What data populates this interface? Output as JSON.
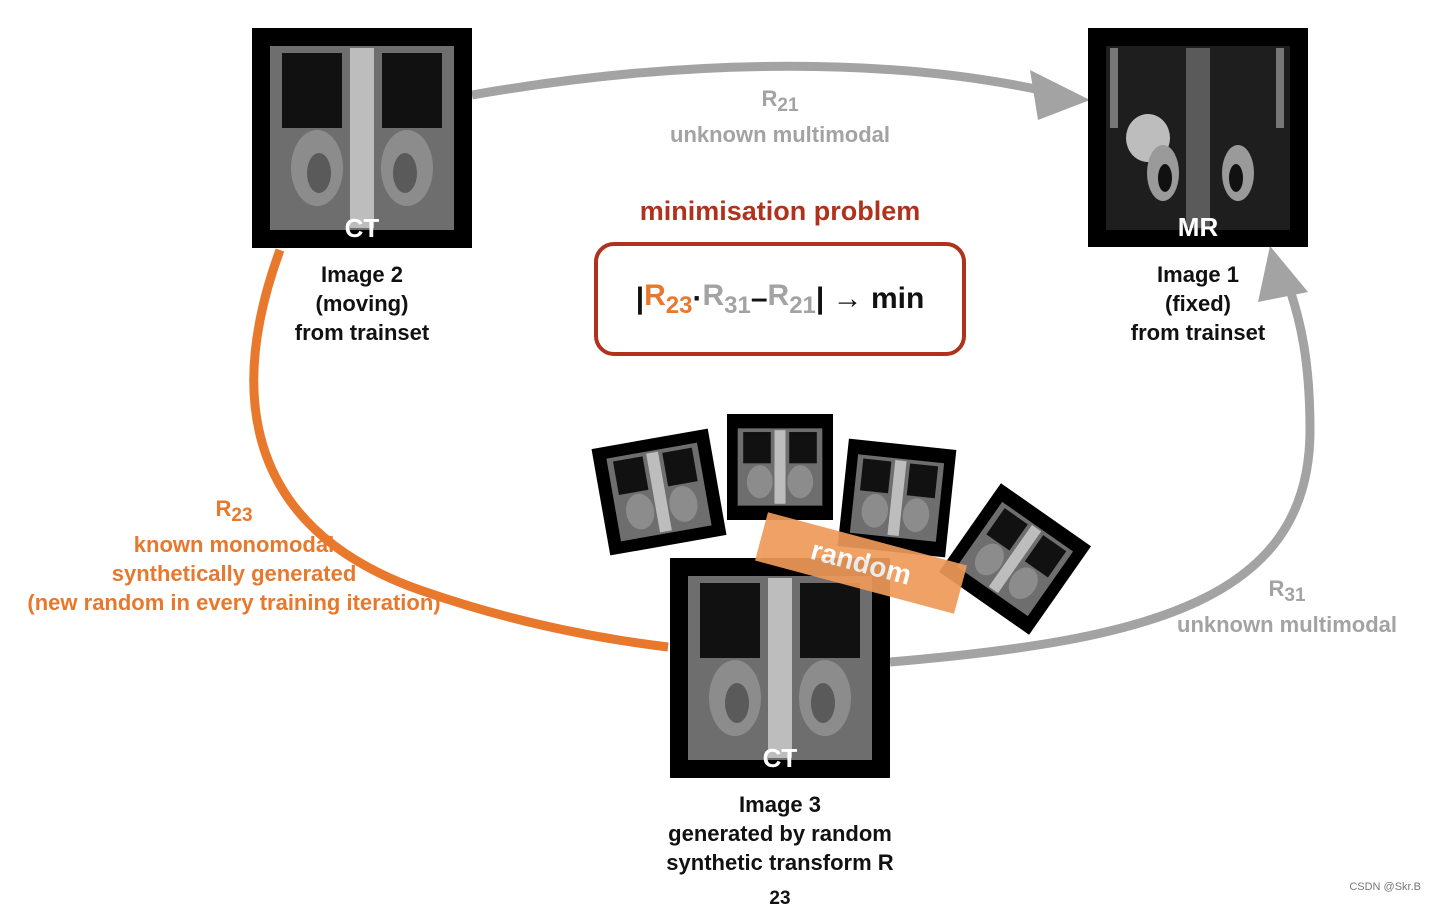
{
  "images": {
    "image2": {
      "modality": "CT",
      "caption": [
        "Image 2",
        "(moving)",
        "from trainset"
      ]
    },
    "image1": {
      "modality": "MR",
      "caption": [
        "Image 1",
        "(fixed)",
        "from trainset"
      ]
    },
    "image3": {
      "modality": "CT",
      "caption": [
        "Image 3",
        "generated by random"
      ],
      "caption_last": "synthetic transform R",
      "caption_last_sub": "23"
    }
  },
  "transforms": {
    "r21": {
      "symbol": "R",
      "sub": "21",
      "desc": "unknown multimodal"
    },
    "r31": {
      "symbol": "R",
      "sub": "31",
      "desc": "unknown multimodal"
    },
    "r23": {
      "symbol": "R",
      "sub": "23",
      "desc": [
        "known monomodal",
        "synthetically generated",
        "(new random in every training iteration)"
      ]
    }
  },
  "minimisation": {
    "title": "minimisation problem",
    "bar_open": "| ",
    "t1": "R",
    "t1_sub": "23",
    "dot": " · ",
    "t2": "R",
    "t2_sub": "31",
    "minus": " – ",
    "t3": "R",
    "t3_sub": "21",
    "tail": " | → min"
  },
  "random_label": "random",
  "watermark": "CSDN @Skr.B",
  "colors": {
    "orange": "#e8782c",
    "gray": "#a3a3a3",
    "red": "#b0311c"
  }
}
